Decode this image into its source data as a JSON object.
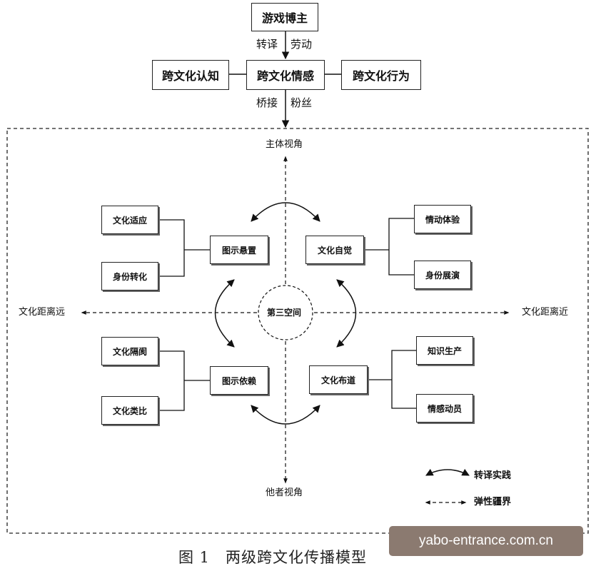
{
  "top": {
    "blogger": "游戏博主",
    "label_translate": "转译",
    "label_labor": "劳动",
    "cognition": "跨文化认知",
    "emotion": "跨文化情感",
    "behavior": "跨文化行为",
    "label_bridge": "桥接",
    "label_fans": "粉丝"
  },
  "axes": {
    "top": "主体视角",
    "bottom": "他者视角",
    "left": "文化距离远",
    "right": "文化距离近",
    "center": "第三空间"
  },
  "quadrants": {
    "top_left": {
      "hub": "图示悬置",
      "leaves": [
        "文化适应",
        "身份转化"
      ]
    },
    "top_right": {
      "hub": "文化自觉",
      "leaves": [
        "情动体验",
        "身份展演"
      ]
    },
    "bottom_left": {
      "hub": "图示依赖",
      "leaves": [
        "文化隔阂",
        "文化类比"
      ]
    },
    "bottom_right": {
      "hub": "文化布道",
      "leaves": [
        "知识生产",
        "情感动员"
      ]
    }
  },
  "legend": {
    "practice": "转译实践",
    "boundary": "弹性疆界"
  },
  "caption": "图 1　两级跨文化传播模型",
  "watermark": "yabo-entrance.com.cn"
}
